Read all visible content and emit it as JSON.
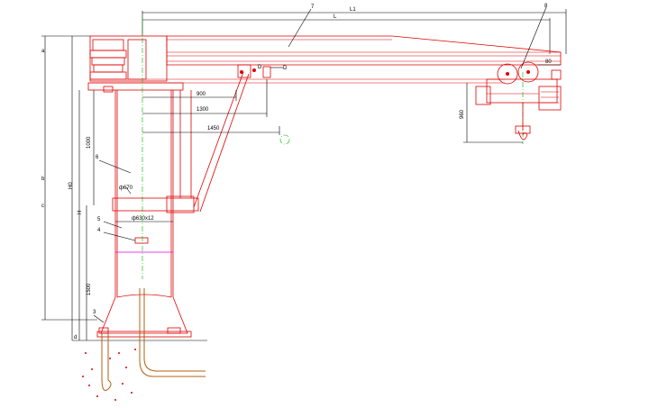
{
  "labels": {
    "L1": "L1",
    "L": "L",
    "part7": "7",
    "part8": "8",
    "part6": "6",
    "part5": "5",
    "part4": "4",
    "part3": "3",
    "D1": "D",
    "D2": "D",
    "d80": "80",
    "d900": "900",
    "d1300": "1300",
    "d1450": "1450",
    "d960": "960",
    "d1000": "1000",
    "d670": "ф670",
    "d630": "ф630x12",
    "d1500": "1500",
    "H0": "H0",
    "H": "H",
    "a": "a",
    "b": "b",
    "c": "c",
    "d": "d"
  },
  "colors": {
    "structure": "#e00000",
    "dimension": "#000000",
    "centerline": "#00b000",
    "weld": "#e000e0",
    "anchor": "#b06010"
  }
}
